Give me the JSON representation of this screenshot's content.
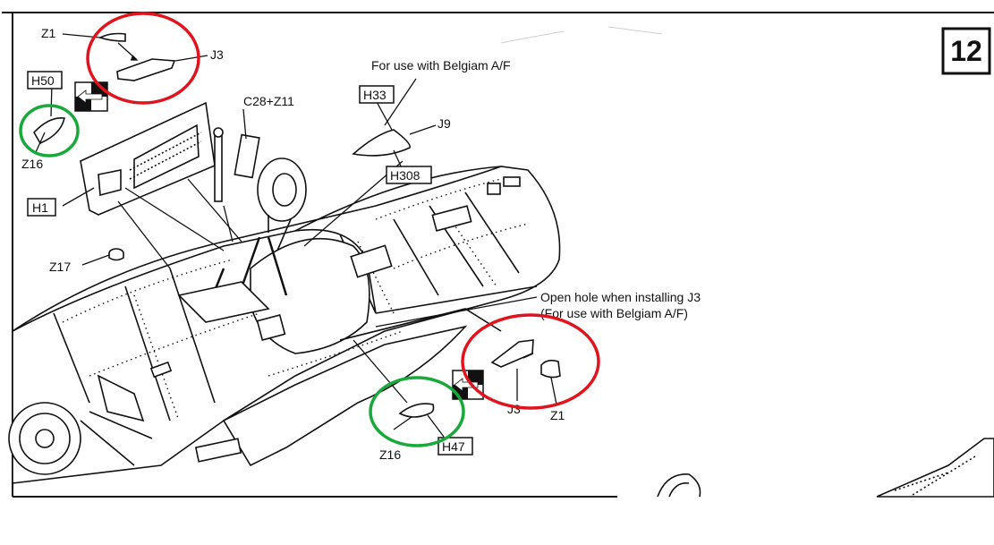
{
  "step_number": "12",
  "labels": {
    "z1_top": "Z1",
    "j3_top": "J3",
    "h50": "H50",
    "z16_left": "Z16",
    "h1": "H1",
    "c28_z11": "C28+Z11",
    "belgiam_note": "For use with Belgiam A/F",
    "h33": "H33",
    "j9": "J9",
    "h308": "H308",
    "z17": "Z17",
    "open_hole_line1": "Open hole when installing J3",
    "open_hole_line2": "(For use with Belgiam A/F)",
    "j3_right": "J3",
    "z1_right": "Z1",
    "z16_bottom": "Z16",
    "h47": "H47"
  },
  "highlight_colors": {
    "red": "#e0141e",
    "green": "#19a83a"
  }
}
